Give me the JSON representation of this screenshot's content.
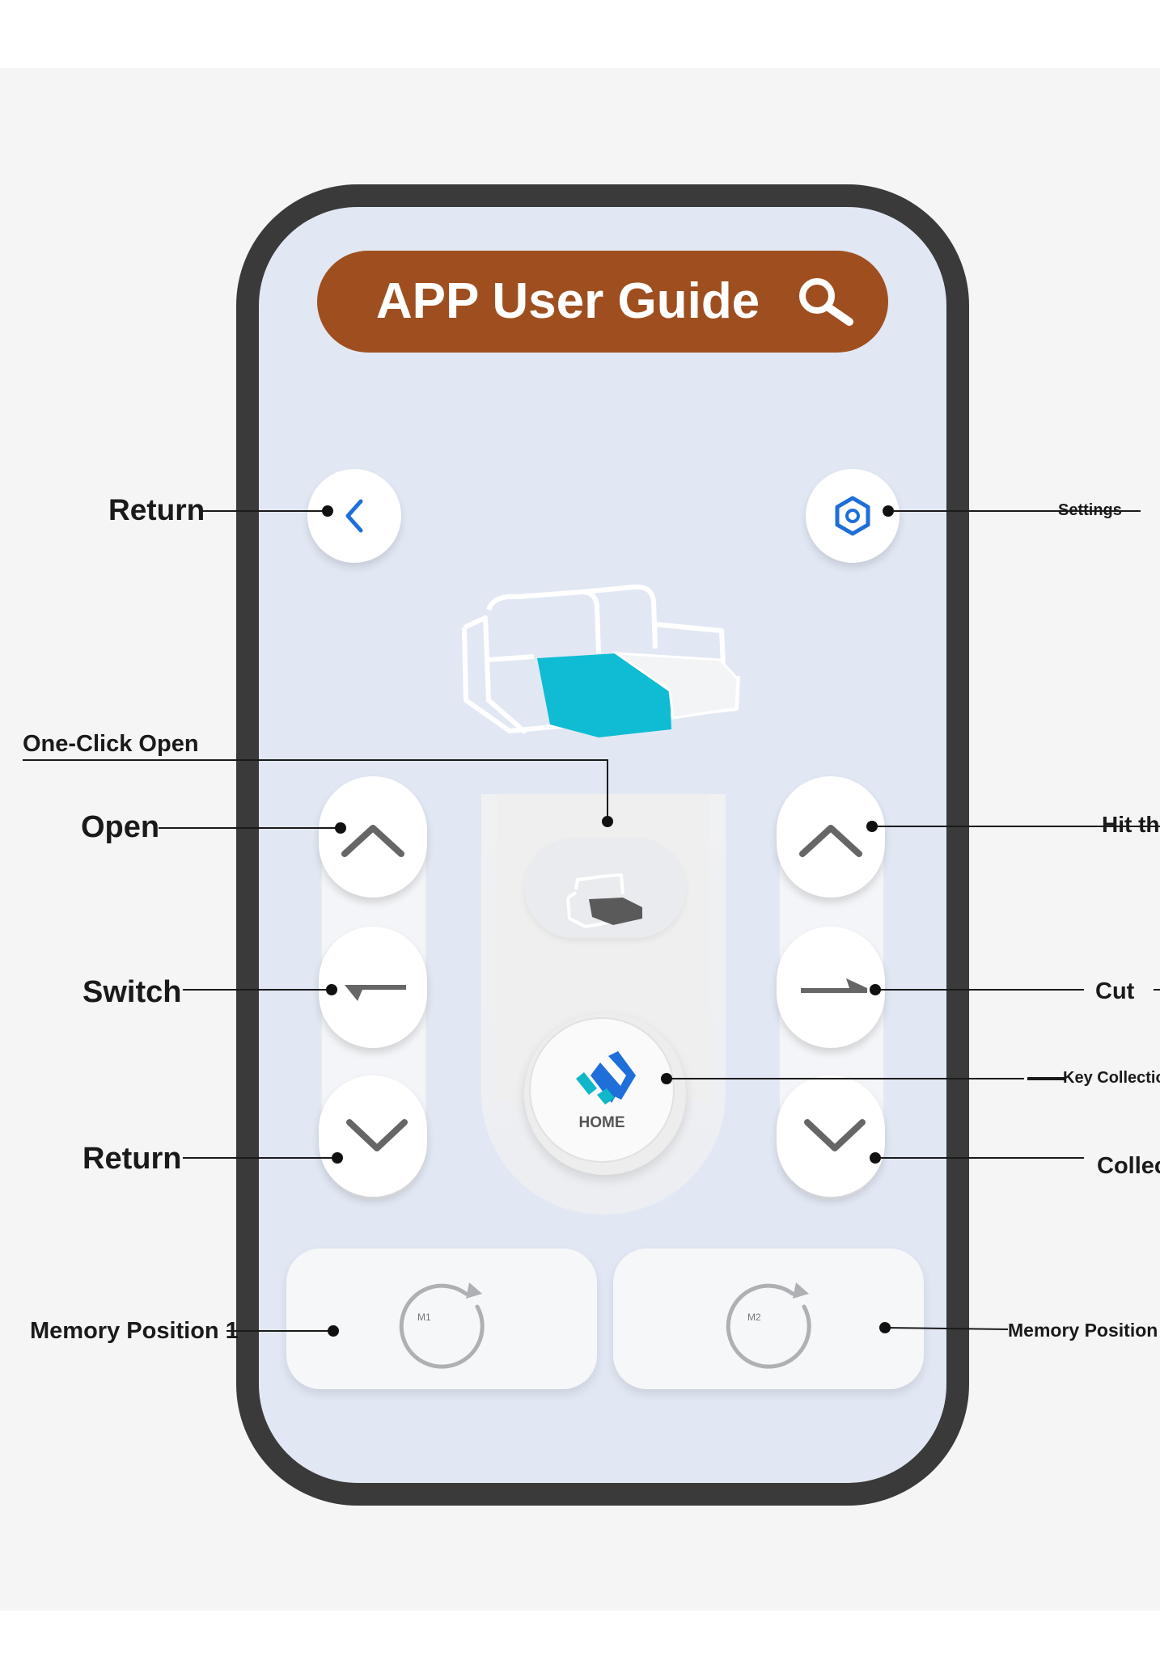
{
  "app": {
    "title": "APP User Guide",
    "search_icon": "search-icon"
  },
  "callouts": {
    "return_top": "Return",
    "settings": "Settings",
    "one_click_open": "One-Click Open",
    "open": "Open",
    "switch": "Switch",
    "return_bottom": "Return",
    "hit": "Hit th",
    "cut": "Cut",
    "key_collection": "Key Collectio",
    "collect": "Collec",
    "memory_1": "Memory Position 1",
    "memory_2": "Memory Position"
  },
  "buttons": {
    "home_label": "HOME",
    "m1_label": "M1",
    "m2_label": "M2"
  },
  "colors": {
    "title_bar": "#9f4f1f",
    "accent_blue": "#1e6fd9",
    "sofa_highlight": "#0fbcd4",
    "phone_frame": "#3a3a3a",
    "screen_bg": "#e1e8f4"
  }
}
